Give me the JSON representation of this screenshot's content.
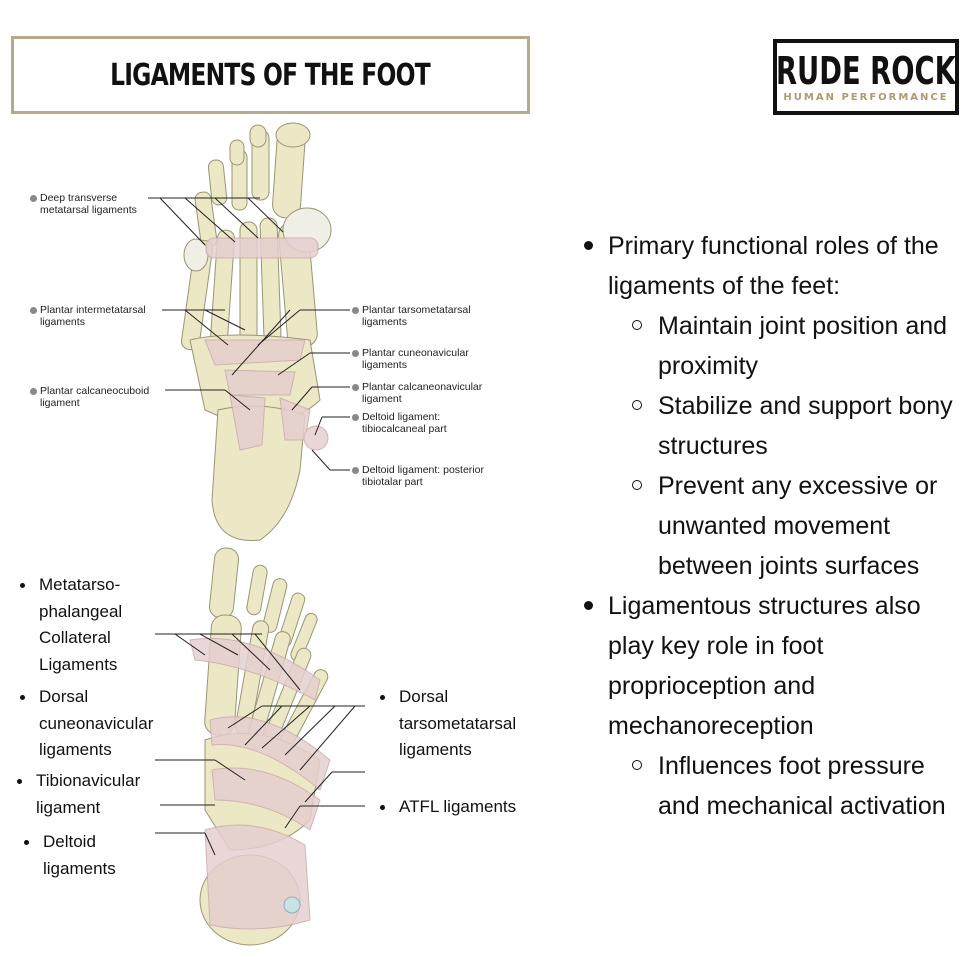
{
  "title": "LIGAMENTS OF THE FOOT",
  "logo": {
    "main": "RUDE ROCK",
    "sub": "HUMAN PERFORMANCE"
  },
  "top_diagram": {
    "labels": [
      "Deep transverse\nmetatarsal ligaments",
      "Plantar intermetatarsal\nligaments",
      "Plantar calcaneocuboid\nligament",
      "Plantar tarsometatarsal\nligaments",
      "Plantar cuneonavicular\nligaments",
      "Plantar calcaneonavicular\nligament",
      "Deltoid ligament:\ntibiocalcaneal part",
      "Deltoid ligament: posterior\ntibiotalar part"
    ]
  },
  "bottom_diagram": {
    "labels": [
      "Metatarso-\nphalangeal\nCollateral\nLigaments",
      "Dorsal\ncuneonavicular\nligaments",
      "Tibionavicular\nligament",
      "Deltoid\nligaments",
      "Dorsal\ntarsometatarsal\nligaments",
      "ATFL ligaments"
    ]
  },
  "text": {
    "b1": "Primary functional roles of the ligaments of the feet:",
    "b1_subs": [
      "Maintain joint position and proximity",
      "Stabilize and support bony structures",
      "Prevent any excessive or unwanted movement between joints surfaces"
    ],
    "b2": "Ligamentous structures also play key role in foot proprioception and mechanoreception",
    "b2_subs": [
      "Influences foot pressure and mechanical activation"
    ]
  },
  "colors": {
    "bone": "#ece8c6",
    "ligament": "#e6cfcf",
    "title_border": "#b8a98a",
    "logo_accent": "#b09a6e"
  }
}
